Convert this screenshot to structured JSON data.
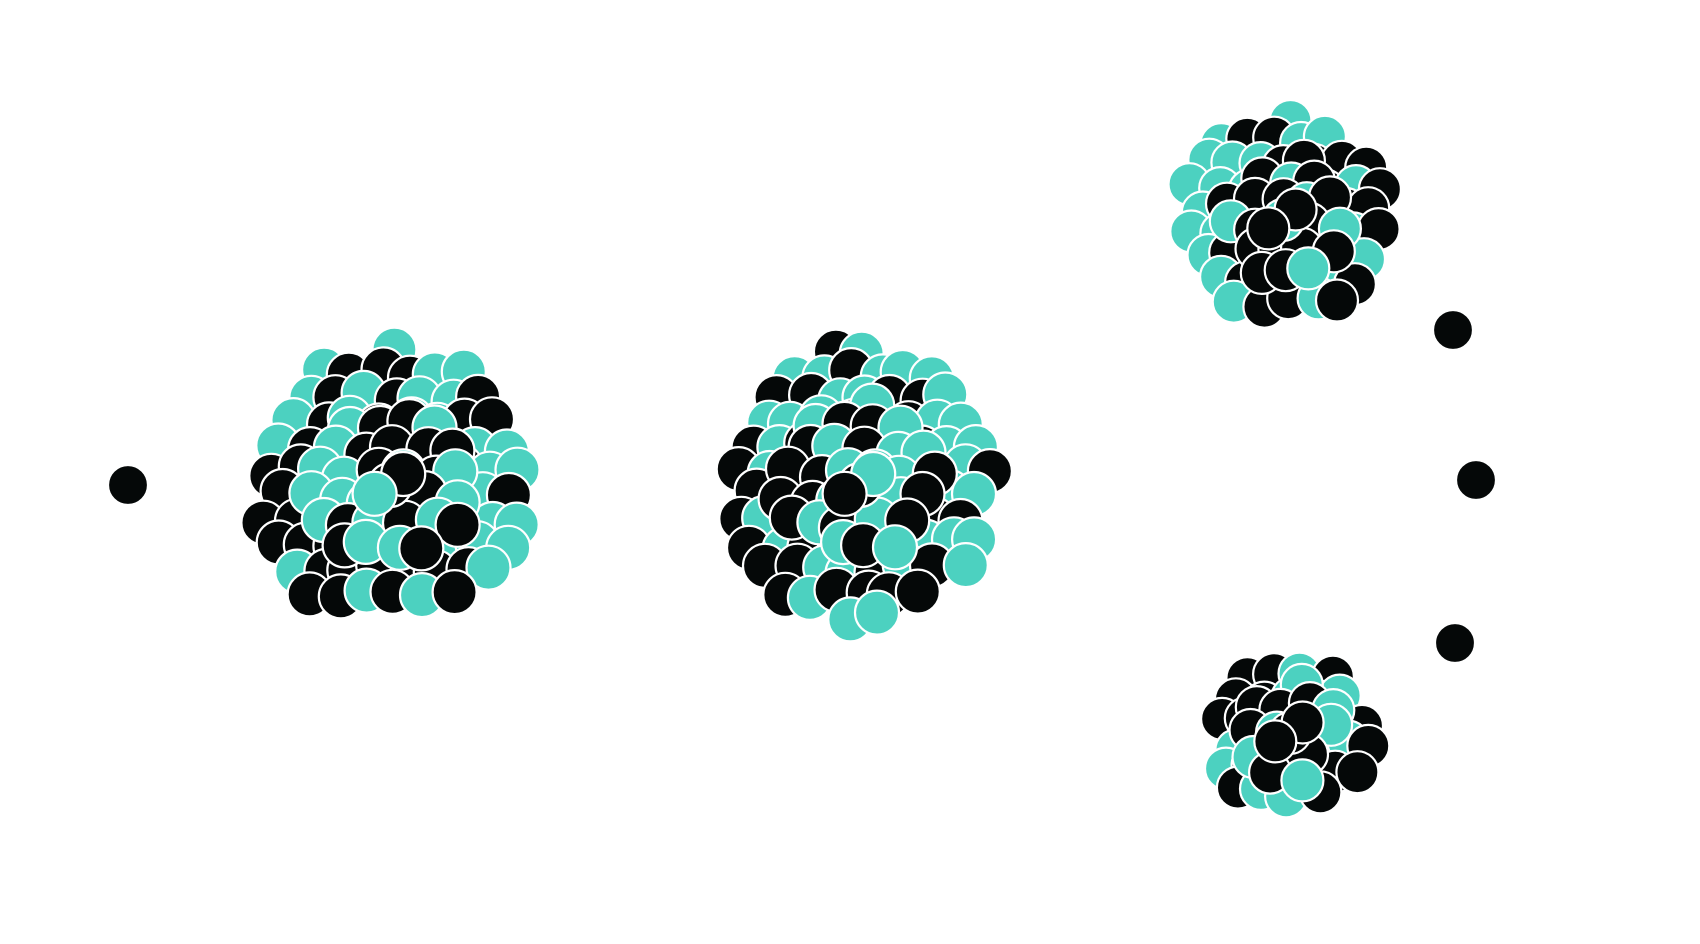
{
  "diagram": {
    "colors": {
      "background": "#ffffff",
      "neutron": "#050808",
      "proton": "#4cd1c0",
      "outline": "#ffffff"
    },
    "parts": [
      {
        "name": "incoming-neutron",
        "kind": "particle"
      },
      {
        "name": "target-nucleus",
        "kind": "nucleus"
      },
      {
        "name": "excited-compound-nucleus",
        "kind": "nucleus"
      },
      {
        "name": "fission-fragment-upper",
        "kind": "nucleus"
      },
      {
        "name": "fission-fragment-lower",
        "kind": "nucleus"
      },
      {
        "name": "released-neutron-top",
        "kind": "particle"
      },
      {
        "name": "released-neutron-middle",
        "kind": "particle"
      },
      {
        "name": "released-neutron-bottom",
        "kind": "particle"
      }
    ]
  }
}
